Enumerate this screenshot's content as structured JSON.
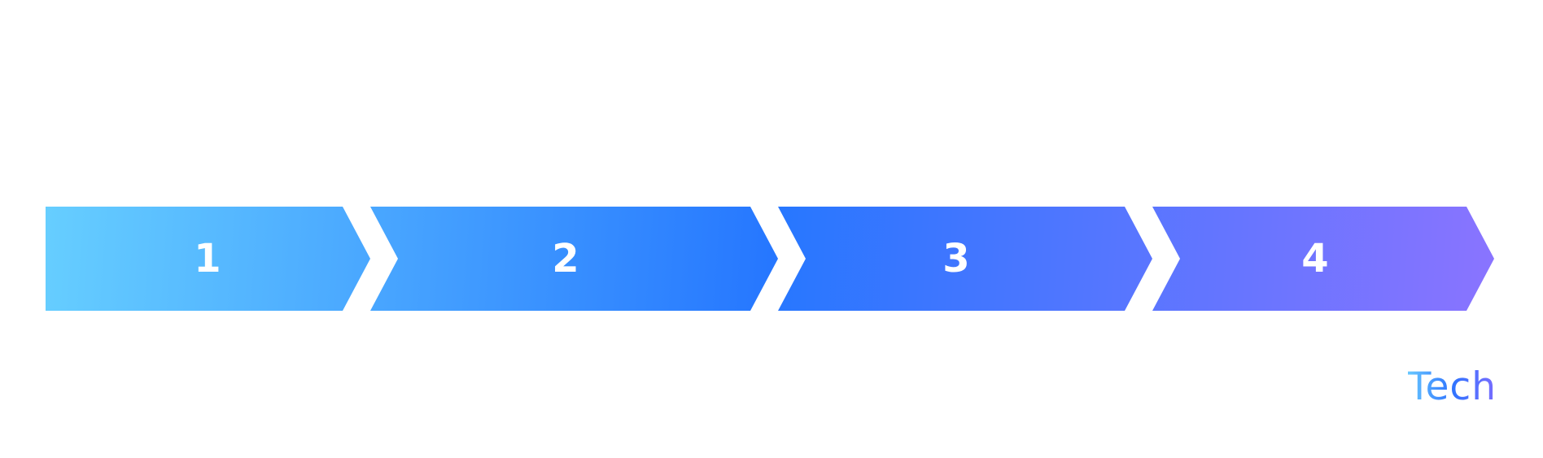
{
  "steps": [
    {
      "label": "1"
    },
    {
      "label": "2"
    },
    {
      "label": "3"
    },
    {
      "label": "4"
    }
  ],
  "brand": {
    "text": "Tech"
  },
  "colors": {
    "gradient_start": "#66ceff",
    "gradient_mid": "#2677ff",
    "gradient_end": "#8a74ff",
    "label": "#ffffff",
    "background": "#ffffff"
  }
}
